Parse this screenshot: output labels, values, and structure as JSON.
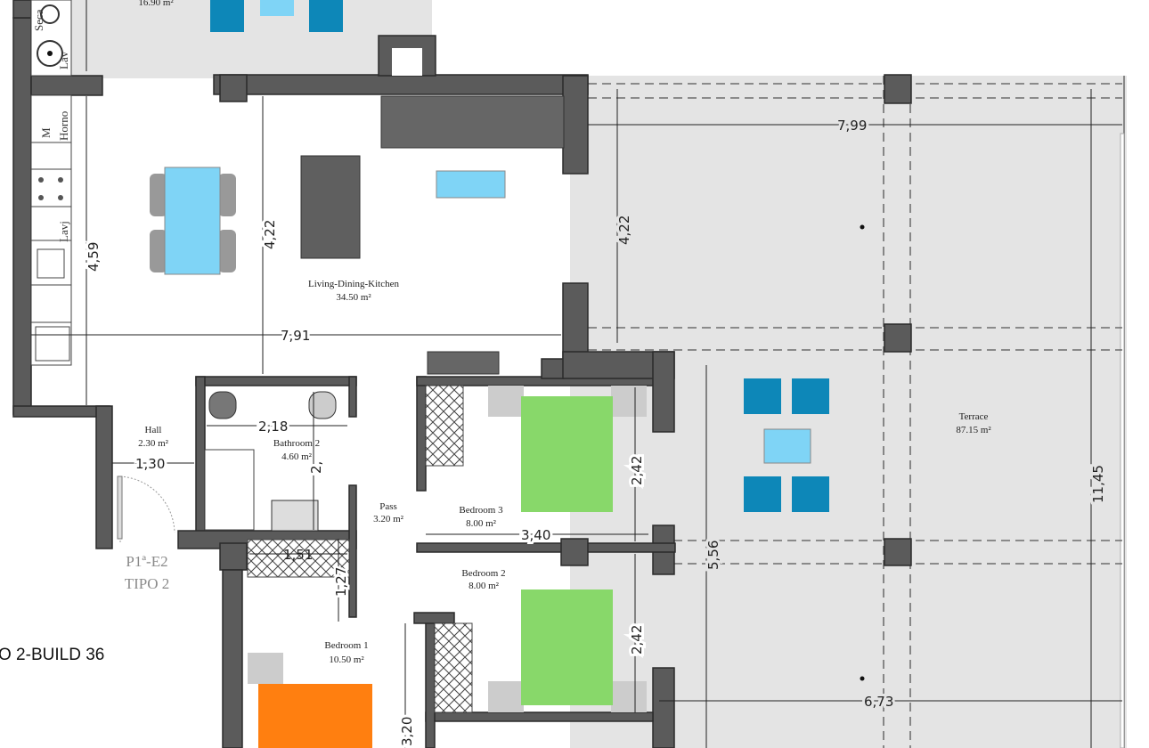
{
  "plan": {
    "unit_tag": [
      "P1ª-E2",
      "TIPO 2"
    ],
    "building_label": "O 2-BUILD 36",
    "rooms": {
      "top_terrace": {
        "area": "16.90 m²"
      },
      "living": {
        "name": "Living-Dining-Kitchen",
        "area": "34.50 m²"
      },
      "terrace": {
        "name": "Terrace",
        "area": "87.15 m²"
      },
      "hall": {
        "name": "Hall",
        "area": "2.30 m²"
      },
      "bathroom2": {
        "name": "Bathroom 2",
        "area": "4.60 m²"
      },
      "pass": {
        "name": "Pass",
        "area": "3.20 m²"
      },
      "bedroom3": {
        "name": "Bedroom 3",
        "area": "8.00 m²"
      },
      "bedroom2": {
        "name": "Bedroom 2",
        "area": "8.00 m²"
      },
      "bedroom1": {
        "name": "Bedroom 1",
        "area": "10.50 m²"
      }
    },
    "kitchen_labels": {
      "dryer": "Seca",
      "washer": "Lav",
      "oven": "Horno",
      "microwave": "M",
      "dishwasher": "Lavj"
    },
    "dimensions": {
      "terrace_width": "7,99",
      "terrace_depth_top": "4,22",
      "living_depth": "4,22",
      "living_width": "7,91",
      "kitchen_depth": "4,59",
      "terrace_length": "11,45",
      "terrace_lower": "5,56",
      "terrace_bottom_width": "6,73",
      "bathroom_width": "2,18",
      "hall_width": "1,30",
      "bathroom_partial": "2,",
      "closet_width": "1,51",
      "closet_depth": "1,27",
      "bedroom3_depth": "2,42",
      "bedroom2_depth": "2,42",
      "bedroom_width": "3,40",
      "bedroom1_depth": "3,20"
    },
    "colors": {
      "wall": "#5b5b5b",
      "terrace_floor": "#e4e4e4",
      "table_light_blue": "#7fd4f6",
      "chair_blue": "#0d87b8",
      "bed_green": "#88d86a",
      "bed_orange": "#ff7f10",
      "sofa": "#5f5f5f"
    }
  }
}
